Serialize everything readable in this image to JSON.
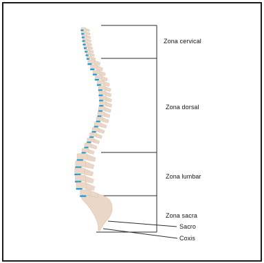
{
  "regions": [
    {
      "label": "Zona cervical"
    },
    {
      "label": "Zona dorsal"
    },
    {
      "label": "Zona lumbar"
    },
    {
      "label": "Zona sacra"
    }
  ],
  "pointers": [
    {
      "label": "Sacro"
    },
    {
      "label": "Coxis"
    }
  ],
  "colors": {
    "bone": "#ead7c7",
    "bone_dark": "#d9c2ad",
    "disc": "#1f9bd1",
    "line": "#2a2a2a"
  }
}
